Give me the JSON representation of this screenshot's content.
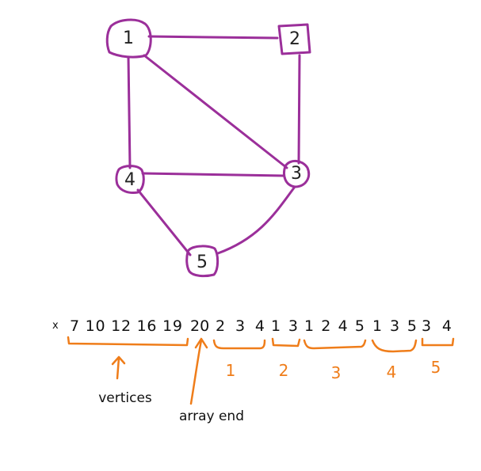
{
  "graph": {
    "nodes": [
      {
        "id": "1",
        "label": "1"
      },
      {
        "id": "2",
        "label": "2"
      },
      {
        "id": "3",
        "label": "3"
      },
      {
        "id": "4",
        "label": "4"
      },
      {
        "id": "5",
        "label": "5"
      }
    ],
    "edges": [
      [
        "1",
        "2"
      ],
      [
        "1",
        "3"
      ],
      [
        "1",
        "4"
      ],
      [
        "2",
        "3"
      ],
      [
        "3",
        "4"
      ],
      [
        "3",
        "5"
      ],
      [
        "4",
        "5"
      ]
    ]
  },
  "array": {
    "prefix": "x",
    "vertex_values": "7 10 12 16 19",
    "end_value": "20",
    "group_values": [
      "2 3 4",
      "1 3",
      "1 2 4 5",
      "1 3 5",
      "3 4"
    ]
  },
  "annotations": {
    "group_labels": [
      "1",
      "2",
      "3",
      "4",
      "5"
    ],
    "vertices_caption": "vertices",
    "array_end_caption": "array end"
  },
  "colors": {
    "graph": "#9b2f9a",
    "annotation": "#ef7d1a"
  }
}
